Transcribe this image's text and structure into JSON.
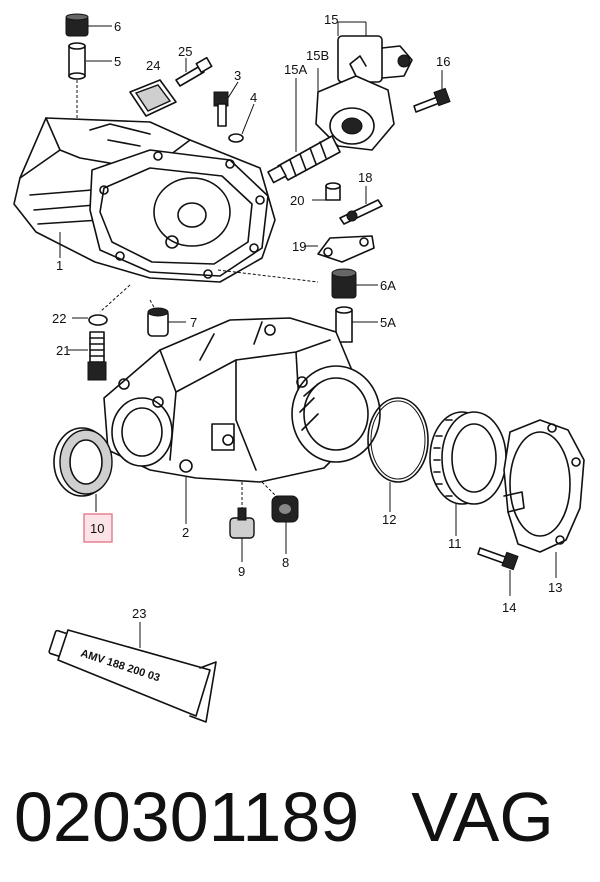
{
  "callouts": {
    "c1": "1",
    "c2": "2",
    "c3": "3",
    "c4": "4",
    "c5": "5",
    "c5A": "5A",
    "c6": "6",
    "c6A": "6A",
    "c7": "7",
    "c8": "8",
    "c9": "9",
    "c10": "10",
    "c11": "11",
    "c12": "12",
    "c13": "13",
    "c14": "14",
    "c15": "15",
    "c15A": "15A",
    "c15B": "15B",
    "c16": "16",
    "c18": "18",
    "c19": "19",
    "c20": "20",
    "c21": "21",
    "c22": "22",
    "c23": "23",
    "c24": "24",
    "c25": "25"
  },
  "highlight": {
    "part": "10",
    "color": "#e07a8a",
    "fill": "#fbe3e7"
  },
  "tube_text": "AMV 188 200 03",
  "footer": {
    "part_number": "020301189",
    "brand": "VAG"
  }
}
